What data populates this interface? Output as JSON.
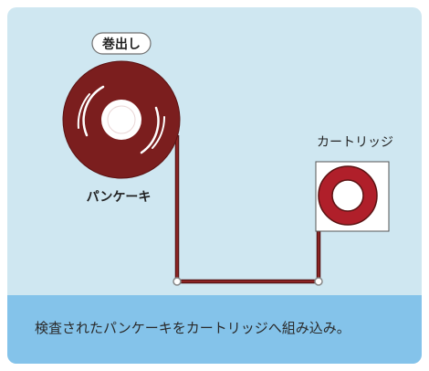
{
  "labels": {
    "unwind": "巻出し",
    "pancake": "パンケーキ",
    "cartridge": "カートリッジ"
  },
  "caption": "検査されたパンケーキをカートリッジへ組み込み。",
  "colors": {
    "panel": "#cfe7f1",
    "caption_band": "#84c3ea",
    "reel": "#7b1e1e",
    "line": "#7b1e1e",
    "node": "#9a9a9a"
  }
}
